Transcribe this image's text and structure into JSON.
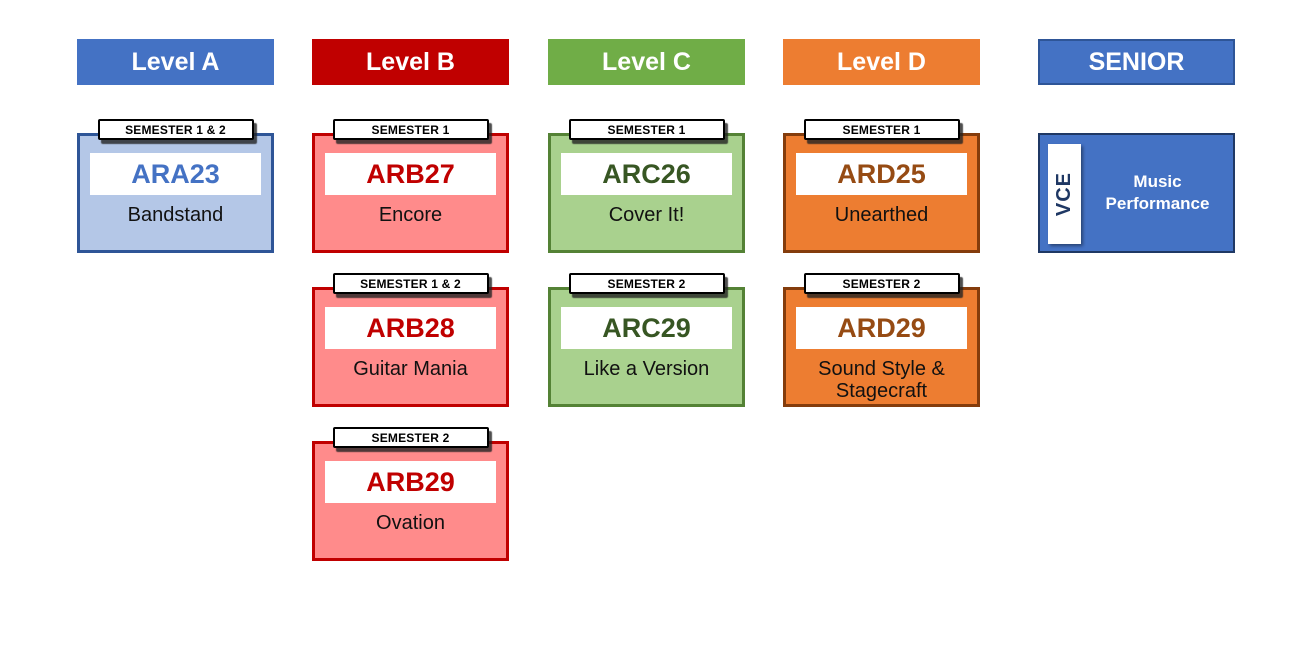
{
  "palette": {
    "level_a_blue": "#4472C4",
    "level_b_red": "#C00000",
    "level_c_green": "#70AD47",
    "level_d_orange": "#ED7D31",
    "card_a_fill": "#B4C7E7",
    "card_a_border": "#2E5597",
    "card_a_code_text": "#4472C4",
    "card_b_fill": "#FF8B8B",
    "card_b_border": "#C00000",
    "card_b_code_text": "#C00000",
    "card_c_fill": "#A9D18E",
    "card_c_border": "#548235",
    "card_c_code_text": "#375623",
    "card_d_fill": "#ED7D31",
    "card_d_border": "#843C0C",
    "card_d_code_text": "#964B13",
    "senior_fill": "#4472C4",
    "senior_border": "#1F3864",
    "vce_text": "#1F3864",
    "semester_tab_bg": "#FFFFFF",
    "semester_tab_border": "#000000",
    "course_name_text": "#111111"
  },
  "columns": [
    {
      "id": "level-a",
      "header": {
        "label": "Level A"
      },
      "cards": [
        {
          "semester": "SEMESTER 1 & 2",
          "code": "ARA23",
          "name": "Bandstand"
        }
      ]
    },
    {
      "id": "level-b",
      "header": {
        "label": "Level B"
      },
      "cards": [
        {
          "semester": "SEMESTER 1",
          "code": "ARB27",
          "name": "Encore"
        },
        {
          "semester": "SEMESTER 1 & 2",
          "code": "ARB28",
          "name": "Guitar Mania"
        },
        {
          "semester": "SEMESTER 2",
          "code": "ARB29",
          "name": "Ovation"
        }
      ]
    },
    {
      "id": "level-c",
      "header": {
        "label": "Level C"
      },
      "cards": [
        {
          "semester": "SEMESTER 1",
          "code": "ARC26",
          "name": "Cover It!"
        },
        {
          "semester": "SEMESTER 2",
          "code": "ARC29",
          "name": "Like a Version"
        }
      ]
    },
    {
      "id": "level-d",
      "header": {
        "label": "Level D"
      },
      "cards": [
        {
          "semester": "SEMESTER 1",
          "code": "ARD25",
          "name": "Unearthed"
        },
        {
          "semester": "SEMESTER 2",
          "code": "ARD29",
          "name": "Sound Style & Stagecraft"
        }
      ]
    },
    {
      "id": "senior",
      "header": {
        "label": "SENIOR"
      },
      "vce_card": {
        "tab": "VCE",
        "title": "Music Performance"
      }
    }
  ]
}
